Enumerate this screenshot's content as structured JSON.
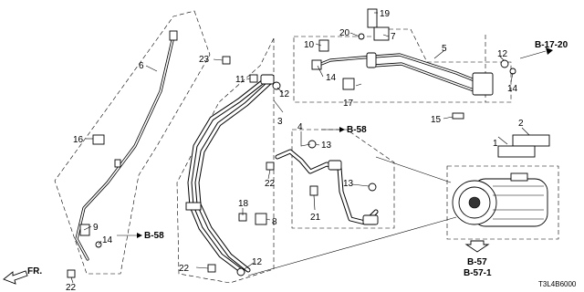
{
  "part_numbers": [
    {
      "id": "p1",
      "text": "1"
    },
    {
      "id": "p2",
      "text": "2"
    },
    {
      "id": "p3",
      "text": "3"
    },
    {
      "id": "p4",
      "text": "4"
    },
    {
      "id": "p5",
      "text": "5"
    },
    {
      "id": "p6",
      "text": "6"
    },
    {
      "id": "p7",
      "text": "7"
    },
    {
      "id": "p8",
      "text": "8"
    },
    {
      "id": "p9",
      "text": "9"
    },
    {
      "id": "p10",
      "text": "10"
    },
    {
      "id": "p11",
      "text": "11"
    },
    {
      "id": "p12a",
      "text": "12"
    },
    {
      "id": "p12b",
      "text": "12"
    },
    {
      "id": "p12c",
      "text": "12"
    },
    {
      "id": "p13a",
      "text": "13"
    },
    {
      "id": "p13b",
      "text": "13"
    },
    {
      "id": "p14a",
      "text": "14"
    },
    {
      "id": "p14b",
      "text": "14"
    },
    {
      "id": "p14c",
      "text": "14"
    },
    {
      "id": "p15",
      "text": "15"
    },
    {
      "id": "p16",
      "text": "16"
    },
    {
      "id": "p17",
      "text": "17"
    },
    {
      "id": "p18",
      "text": "18"
    },
    {
      "id": "p19",
      "text": "19"
    },
    {
      "id": "p20",
      "text": "20"
    },
    {
      "id": "p21",
      "text": "21"
    },
    {
      "id": "p22a",
      "text": "22"
    },
    {
      "id": "p22b",
      "text": "22"
    },
    {
      "id": "p22c",
      "text": "22"
    },
    {
      "id": "p23",
      "text": "23"
    }
  ],
  "references": [
    {
      "id": "b1720",
      "text": "B-17-20"
    },
    {
      "id": "b58a",
      "text": "B-58"
    },
    {
      "id": "b58b",
      "text": "B-58"
    },
    {
      "id": "b57",
      "text": "B-57"
    },
    {
      "id": "b571",
      "text": "B-57-1"
    }
  ],
  "front_label": "FR.",
  "diagram_code": "T3L4B6000"
}
